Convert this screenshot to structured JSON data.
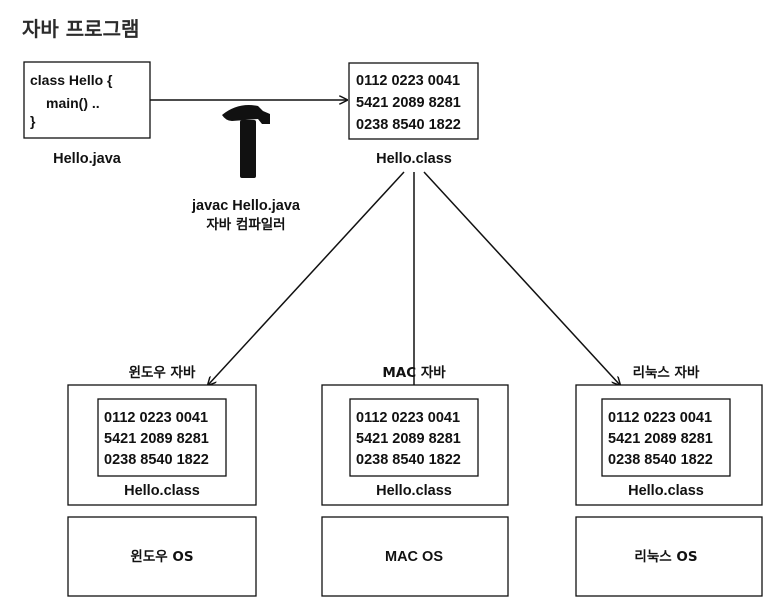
{
  "page": {
    "title": "자바 프로그램"
  },
  "source": {
    "code_lines": [
      "class Hello {",
      "main() ..",
      "}"
    ],
    "filename": "Hello.java"
  },
  "compiler": {
    "icon": "hammer-icon",
    "command": "javac Hello.java",
    "caption": "자바 컴파일러"
  },
  "bytecode": {
    "lines": [
      "0112 0223 0041",
      "5421 2089 8281",
      "0238 8540 1822"
    ],
    "filename": "Hello.class"
  },
  "platforms": [
    {
      "java_label": "윈도우 자바",
      "class_filename": "Hello.class",
      "os_label": "윈도우 OS",
      "lines": [
        "0112 0223 0041",
        "5421 2089 8281",
        "0238 8540 1822"
      ]
    },
    {
      "java_label": "MAC 자바",
      "class_filename": "Hello.class",
      "os_label": "MAC OS",
      "lines": [
        "0112 0223 0041",
        "5421 2089 8281",
        "0238 8540 1822"
      ]
    },
    {
      "java_label": "리눅스 자바",
      "class_filename": "Hello.class",
      "os_label": "리눅스 OS",
      "lines": [
        "0112 0223 0041",
        "5421 2089 8281",
        "0238 8540 1822"
      ]
    }
  ]
}
